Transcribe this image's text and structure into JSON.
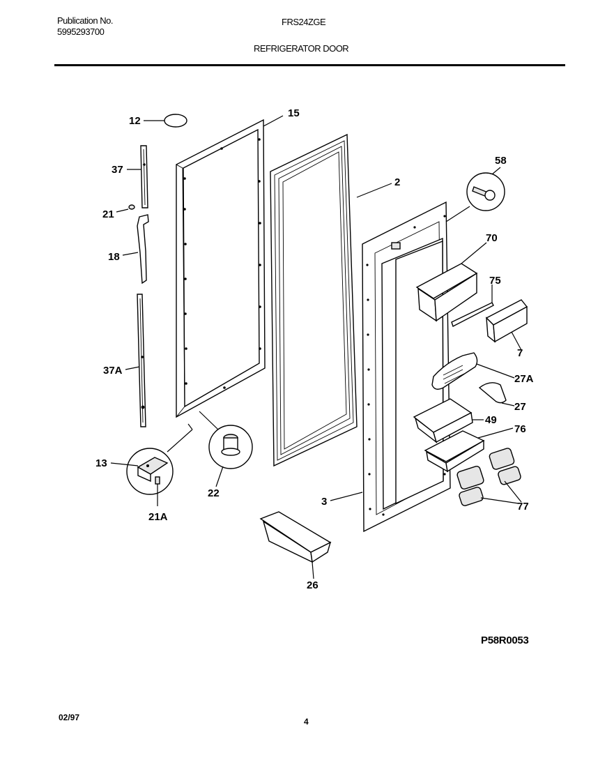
{
  "header": {
    "publication_label": "Publication No.",
    "publication_number": "5995293700",
    "model": "FRS24ZGE",
    "section_title": "REFRIGERATOR DOOR"
  },
  "callouts": {
    "c12": "12",
    "c15": "15",
    "c37": "37",
    "c21": "21",
    "c18": "18",
    "c37a": "37A",
    "c13": "13",
    "c21a": "21A",
    "c22": "22",
    "c2": "2",
    "c58": "58",
    "c70": "70",
    "c75": "75",
    "c7": "7",
    "c27a": "27A",
    "c27": "27",
    "c49": "49",
    "c76": "76",
    "c77": "77",
    "c3": "3",
    "c26": "26"
  },
  "figure_code": "P58R0053",
  "footer": {
    "date": "02/97",
    "page": "4"
  }
}
